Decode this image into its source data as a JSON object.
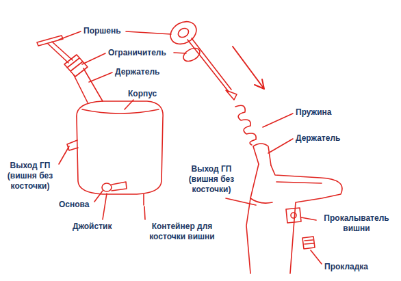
{
  "diagram": {
    "labels": [
      "Поршень",
      "Ограничитель",
      "Держатель",
      "Корпус",
      "Пружина",
      "Держатель",
      "Выход ГП (вишня без косточки)",
      "Выход ГП (вишня без косточки)",
      "Основа",
      "Джойстик",
      "Контейнер для косточки вишни",
      "Прокалыватель вишни",
      "Прокладка"
    ]
  }
}
